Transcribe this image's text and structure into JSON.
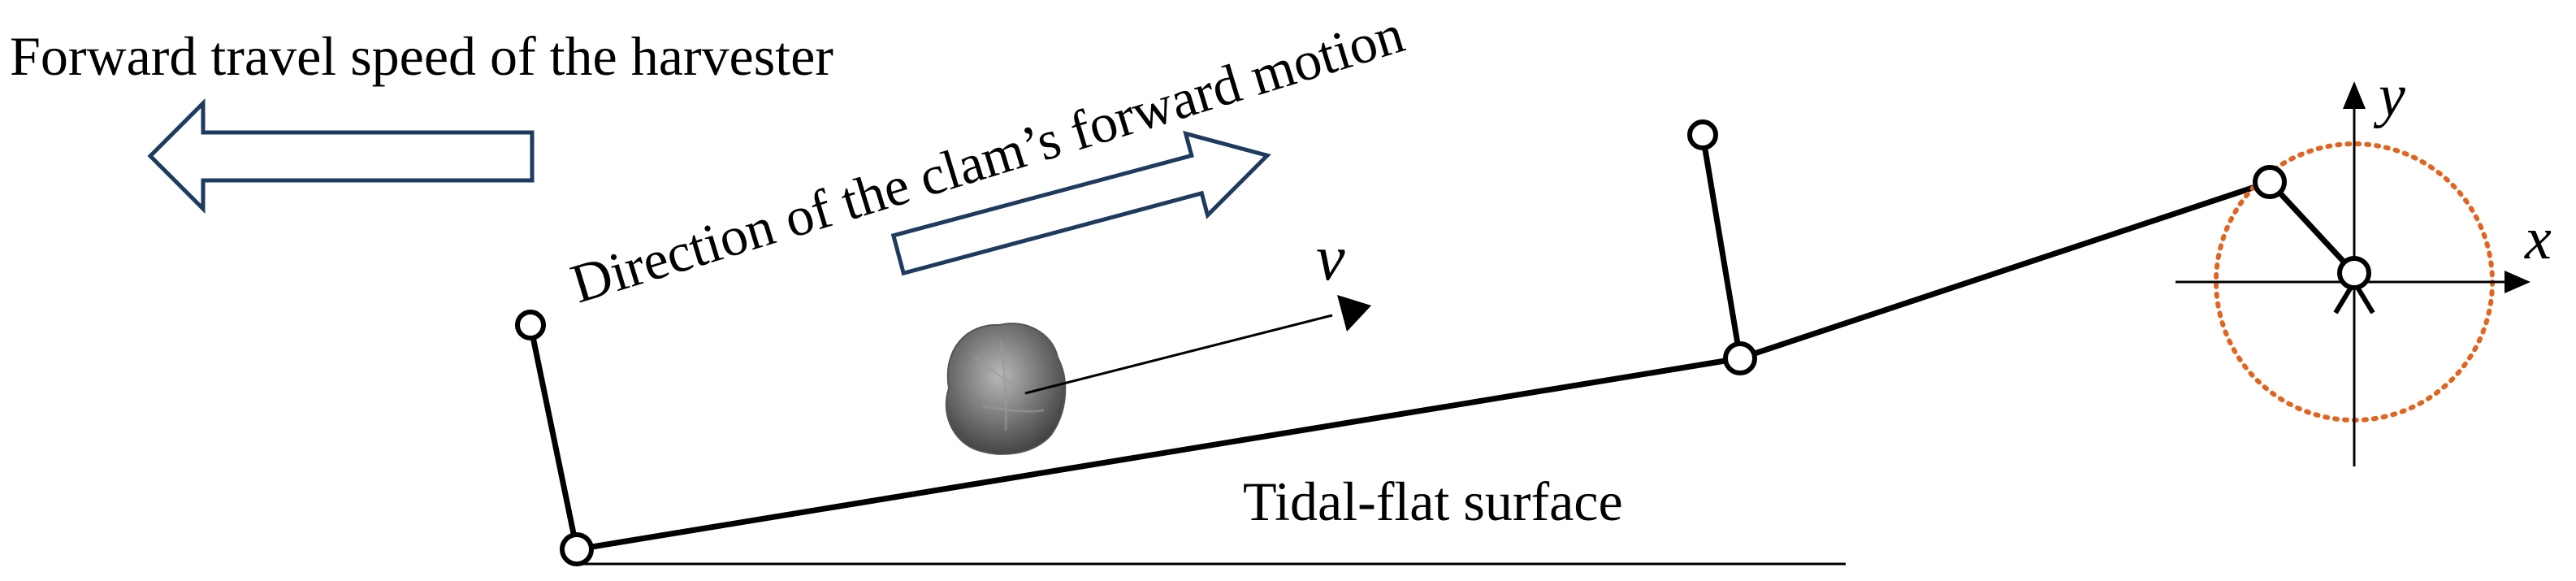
{
  "labels": {
    "harvester_speed": "Forward travel speed of the harvester",
    "clam_direction": "Direction of the clam’s forward motion",
    "velocity": "v",
    "surface": "Tidal-flat surface",
    "axis_x": "x",
    "axis_y": "y"
  },
  "colors": {
    "hollow_arrow_stroke": "#1f3a5f",
    "link_stroke": "#000000",
    "crank_circle": "#e2641e",
    "clam_fill": "#6e6e6e"
  }
}
